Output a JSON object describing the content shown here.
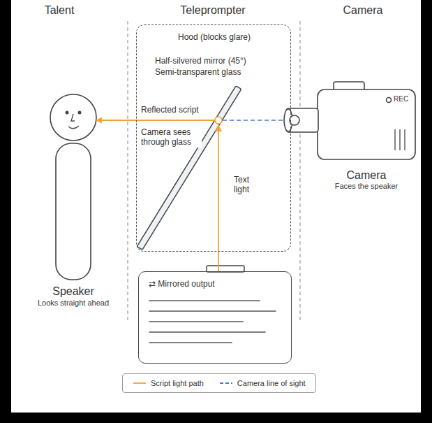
{
  "diagram": {
    "nodes": [
      {
        "text": [
          "Speaker",
          "Looks straight ahead"
        ]
      },
      {
        "text": [
          "Hood (blocks glare)"
        ]
      },
      {
        "text": [
          "REC",
          "Camera",
          "Faces the speaker"
        ]
      },
      {
        "text": [
          "⇄ Mirrored output"
        ]
      }
    ],
    "edges": [
      {
        "from": 3,
        "to": 0,
        "arrow": "to"
      }
    ],
    "labels": [
      "Talent",
      "Teleprompter",
      "Camera",
      "Half-silvered mirror (45°)",
      "Semi-transparent glass",
      "Reflected script",
      "Camera sees through glass",
      "Text light"
    ],
    "legend": [
      {
        "text": "Script light path"
      },
      {
        "text": "Camera line of sight"
      }
    ]
  }
}
